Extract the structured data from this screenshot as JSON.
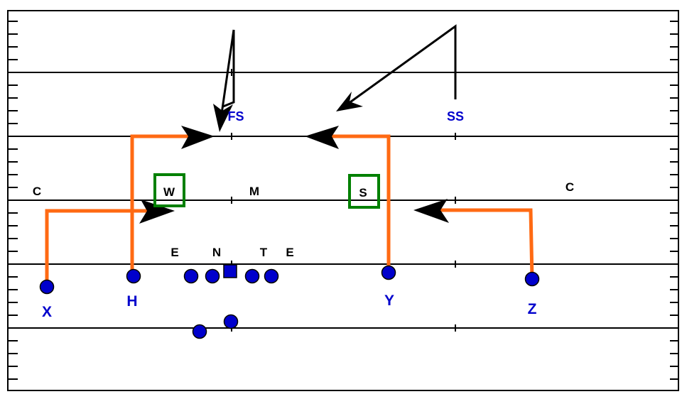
{
  "offense": {
    "x": "X",
    "h": "H",
    "y": "Y",
    "z": "Z"
  },
  "defense": {
    "fs": "FS",
    "ss": "SS",
    "corner_left": "C",
    "corner_right": "C",
    "will": "W",
    "mike": "M",
    "sam": "S",
    "end_left": "E",
    "nose": "N",
    "tackle": "T",
    "end_right": "E"
  },
  "colors": {
    "route": "#ff6a13",
    "player": "#0000cc",
    "linebacker_box": "#008000",
    "defense_route": "#000000"
  }
}
